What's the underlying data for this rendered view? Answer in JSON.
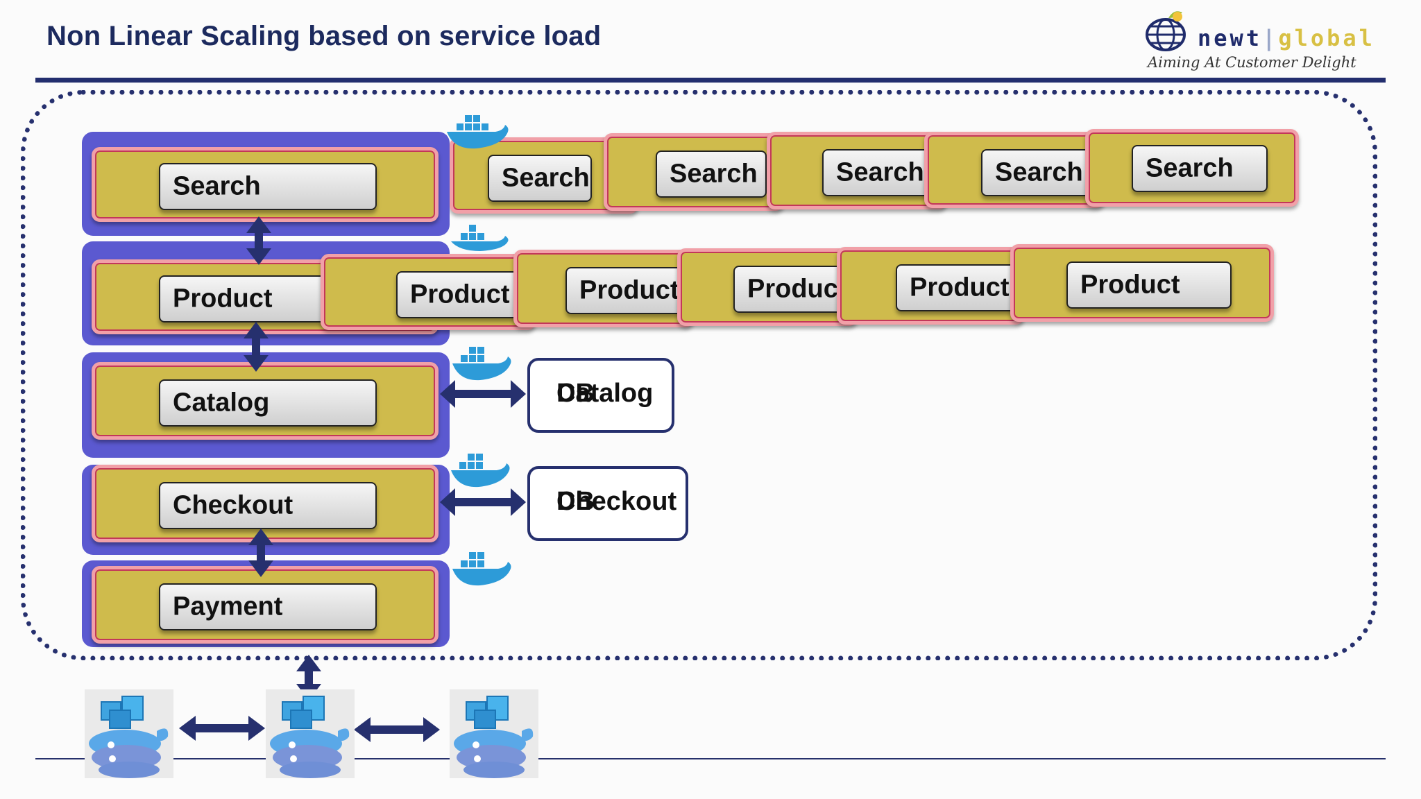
{
  "title": "Non Linear Scaling based on service load",
  "logo": {
    "name_left": "newt",
    "separator": "|",
    "name_right": "global",
    "tagline": "Aiming At Customer Delight"
  },
  "services": {
    "search": "Search",
    "product": "Product",
    "catalog": "Catalog",
    "checkout": "Checkout",
    "payment": "Payment"
  },
  "search_replicas": [
    "Search",
    "Search",
    "Search",
    "Search",
    "Search"
  ],
  "product_replicas": [
    "Product",
    "Product",
    "Product",
    "Product",
    "Product"
  ],
  "databases": {
    "catalog_line1": "Catalog",
    "catalog_line2": "DB",
    "checkout_line1": "Checkout",
    "checkout_line2": "DB"
  },
  "colors": {
    "title": "#1c2a5e",
    "rule": "#232e6e",
    "lane": "#5b59d0",
    "card": "#cfbb4c",
    "card_border": "#f1a0a8",
    "arrow": "#26306e",
    "docker": "#2d9bd8"
  },
  "icons": [
    "docker-whale-icon",
    "docker-swarm-host-icon",
    "double-arrow-icon"
  ]
}
